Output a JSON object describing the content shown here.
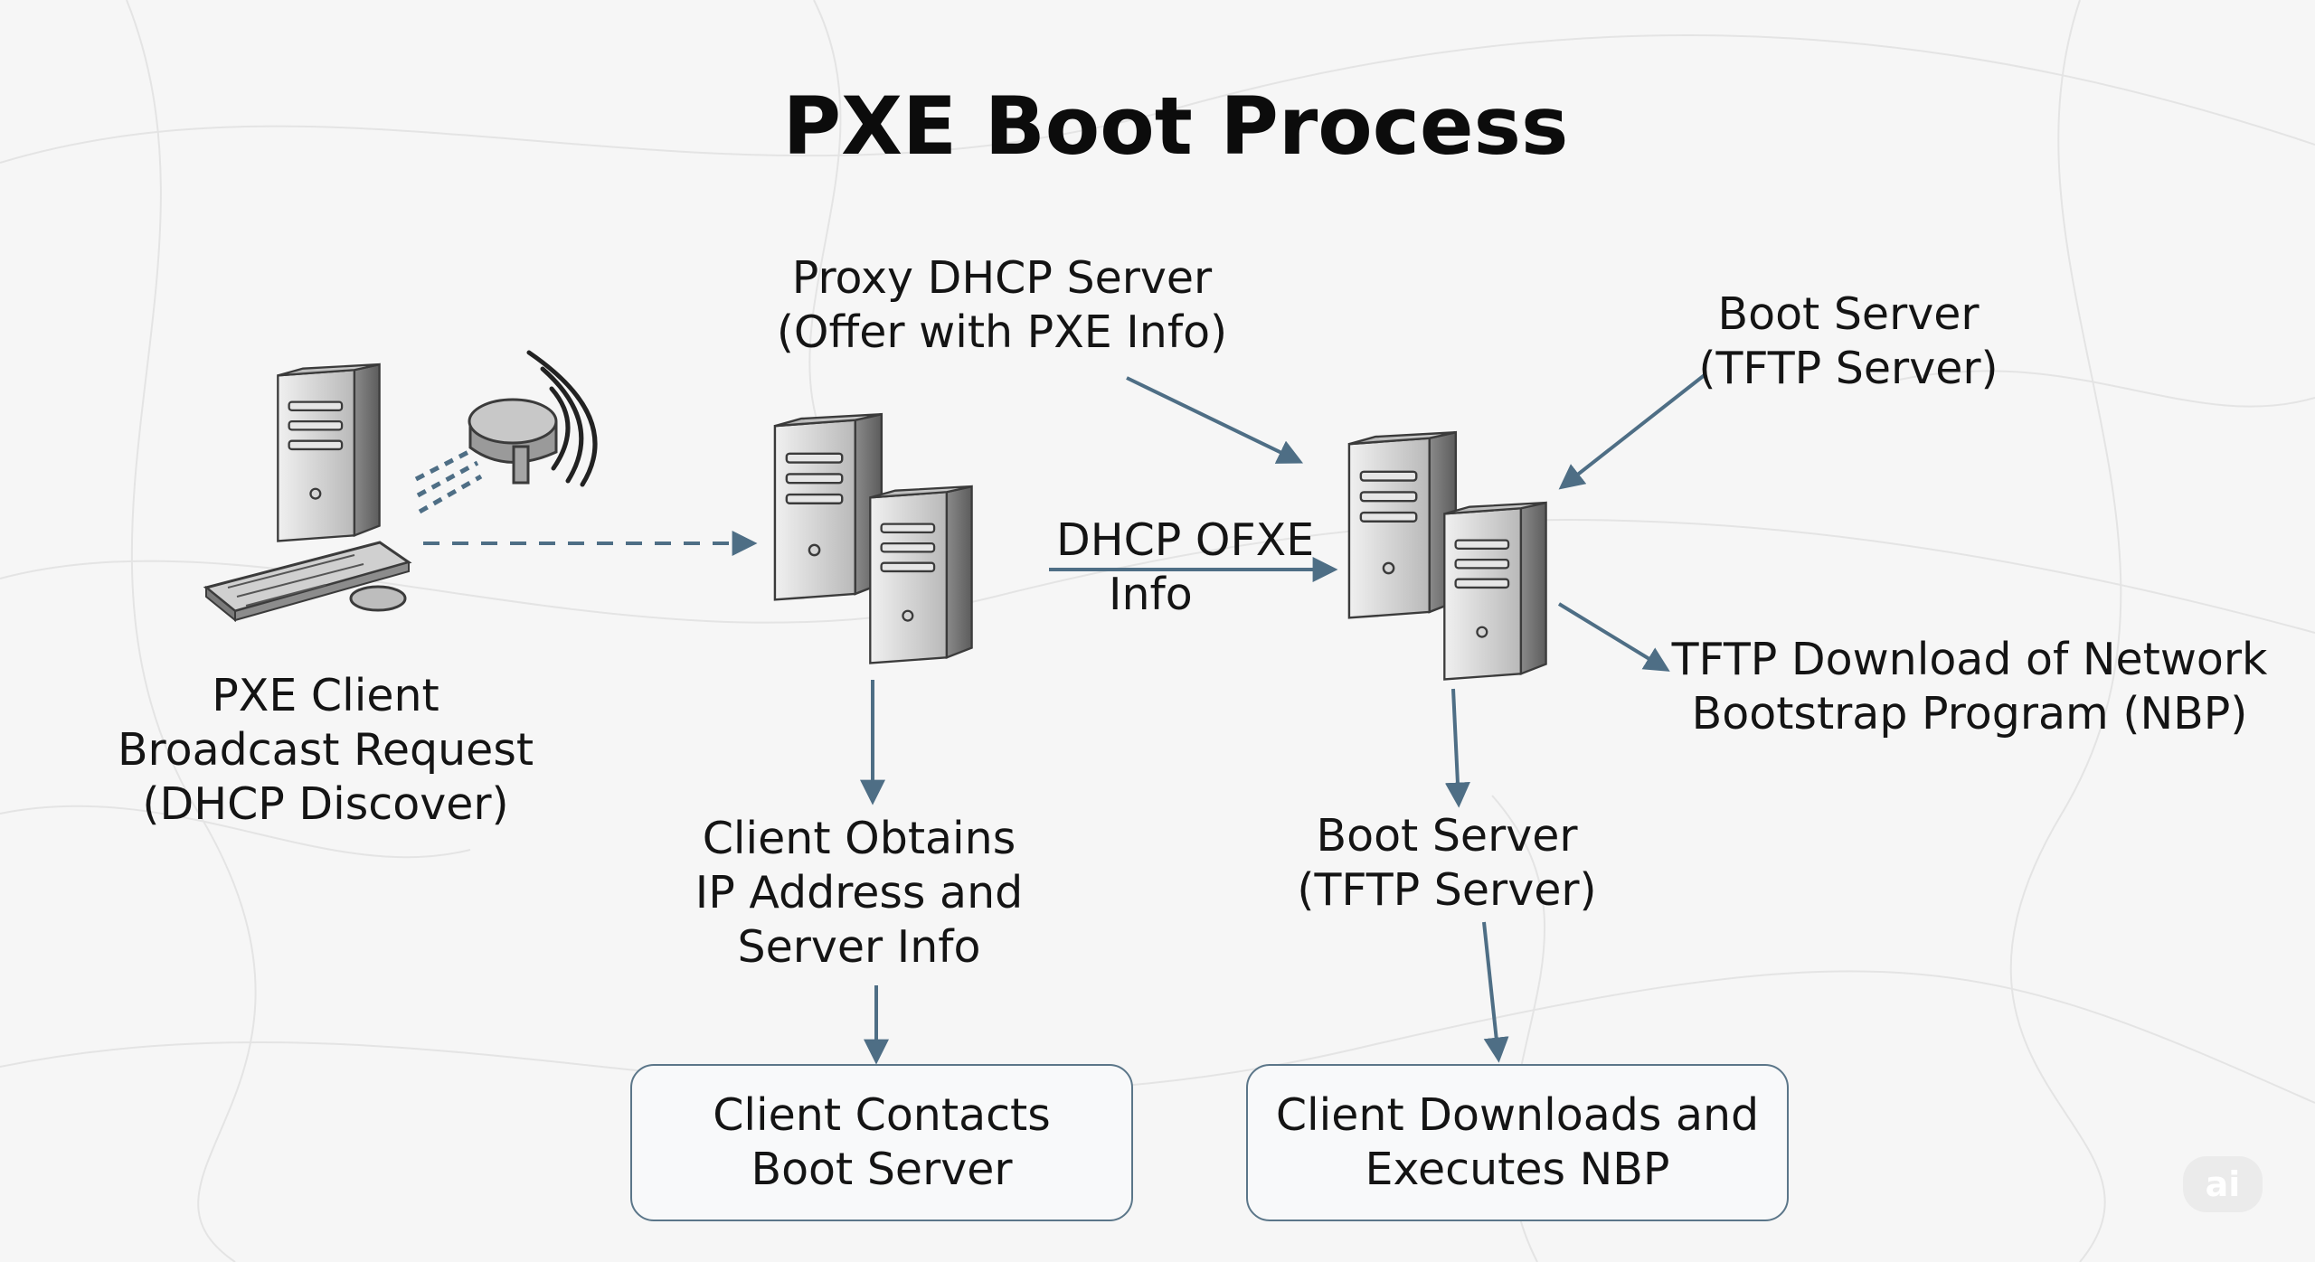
{
  "title": "PXE Boot Process",
  "labels": {
    "proxy_dhcp": [
      "Proxy DHCP Server",
      "(Offer with PXE Info)"
    ],
    "boot_server_top": [
      "Boot Server",
      "(TFTP Server)"
    ],
    "dhcp_offer": [
      "DHCP OFXE",
      "Info"
    ],
    "tftp_download": [
      "TFTP Download of Network",
      "Bootstrap Program (NBP)"
    ],
    "pxe_client": [
      "PXE Client",
      "Broadcast Request",
      "(DHCP Discover)"
    ],
    "client_obtains": [
      "Client Obtains",
      "IP Address and",
      "Server Info"
    ],
    "boot_server_mid": [
      "Boot Server",
      "(TFTP Server)"
    ]
  },
  "boxes": {
    "client_contacts": [
      "Client Contacts",
      "Boot Server"
    ],
    "client_downloads": [
      "Client Downloads and",
      "Executes NBP"
    ]
  },
  "watermark": "ai",
  "colors": {
    "arrow": "#4e6e85",
    "box_border": "#5b7689",
    "server_light": "#d9d9d9",
    "server_dark": "#7c7c7c"
  },
  "icons": {
    "client": "desktop-computer-icon",
    "broadcast": "wireless-broadcast-icon",
    "proxy_dhcp": "server-pair-icon",
    "boot_server": "server-pair-icon"
  }
}
